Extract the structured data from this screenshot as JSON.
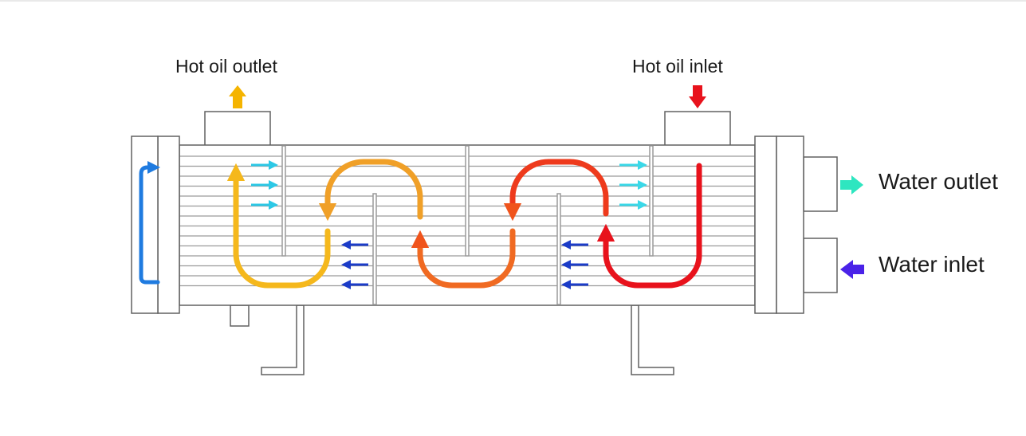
{
  "labels": {
    "hot_oil_outlet": "Hot oil outlet",
    "hot_oil_inlet": "Hot oil inlet",
    "water_outlet": "Water outlet",
    "water_inlet": "Water inlet"
  },
  "colors": {
    "hot_oil_outlet_arrow": "#f5b400",
    "hot_oil_inlet_arrow": "#e8121c",
    "water_outlet_arrow": "#2ee6c0",
    "water_inlet_arrow": "#4a22e8",
    "oil_pass_1": "#e8121c",
    "oil_pass_2": "#f0541c",
    "oil_pass_3": "#f0a028",
    "oil_pass_4": "#f5b81c",
    "water_return": "#1f7be0",
    "water_out_small": "#2cc8e6",
    "water_in_small": "#1c3cc8",
    "outline": "#606060"
  }
}
